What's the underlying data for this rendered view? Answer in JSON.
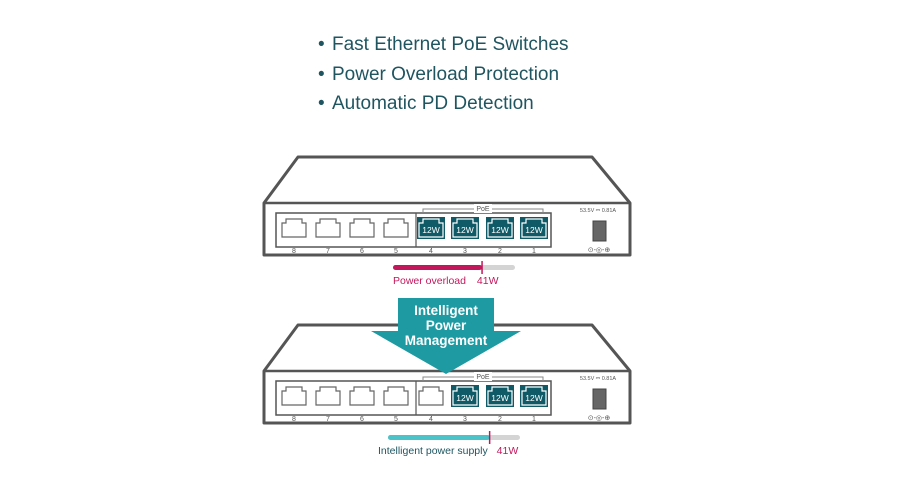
{
  "features": [
    "Fast Ethernet PoE Switches",
    "Power Overload Protection",
    "Automatic PD Detection"
  ],
  "switch_top": {
    "poe_label": "PoE",
    "power_spec": "53.5V ⎓ 0.81A",
    "dc_symbol": "⊙-◎-⊕",
    "port_numbers": [
      "8",
      "7",
      "6",
      "5",
      "4",
      "3",
      "2",
      "1"
    ],
    "port_watts": [
      "12W",
      "12W",
      "12W",
      "12W"
    ],
    "bar_label": "Power overload",
    "bar_value": "41W",
    "bar_fill": 0.73
  },
  "arrow": {
    "line1": "Intelligent",
    "line2": "Power",
    "line3": "Management"
  },
  "switch_bottom": {
    "poe_label": "PoE",
    "power_spec": "53.5V ⎓ 0.81A",
    "dc_symbol": "⊙-◎-⊕",
    "port_numbers": [
      "8",
      "7",
      "6",
      "5",
      "4",
      "3",
      "2",
      "1"
    ],
    "port_watts": [
      "12W",
      "12W",
      "12W"
    ],
    "bar_label": "Intelligent power supply",
    "bar_value": "41W",
    "bar_fill": 0.77
  },
  "colors": {
    "text_teal": "#1f5560",
    "arrow_teal": "#1e9aa2",
    "port_dark": "#0f5a66",
    "overload_pink": "#c2185b",
    "supply_cyan": "#4cc3c8",
    "body_gray": "#555555"
  }
}
